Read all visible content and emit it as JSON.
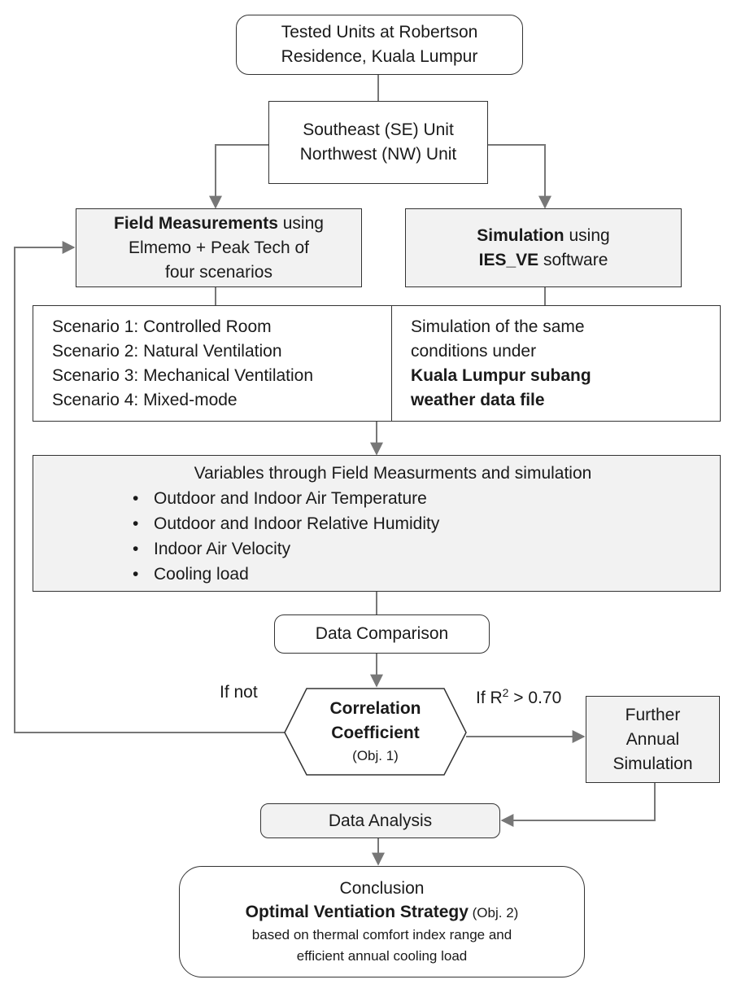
{
  "nodes": {
    "tested_units": {
      "lines": [
        "Tested Units at Robertson",
        "Residence, Kuala Lumpur"
      ]
    },
    "units": {
      "lines": [
        "Southeast (SE) Unit",
        "Northwest (NW) Unit"
      ]
    },
    "field": {
      "bold": "Field Measurements",
      "rest": " using",
      "lines": [
        "Elmemo + Peak Tech of",
        "four scenarios"
      ]
    },
    "simulation": {
      "bold": "Simulation",
      "rest": " using",
      "bold2": "IES_VE",
      "rest2": " software"
    },
    "scenarios": {
      "lines": [
        "Scenario 1: Controlled Room",
        "Scenario 2: Natural Ventilation",
        "Scenario 3: Mechanical Ventilation",
        "Scenario 4: Mixed-mode"
      ]
    },
    "sim_conditions": {
      "lines": [
        "Simulation of the same",
        "conditions under"
      ],
      "bold_lines": [
        "Kuala Lumpur subang",
        "weather data file"
      ]
    },
    "variables": {
      "title": "Variables through Field Measurments and simulation",
      "items": [
        "Outdoor and Indoor Air Temperature",
        "Outdoor and Indoor Relative Humidity",
        "Indoor Air Velocity",
        "Cooling load"
      ]
    },
    "data_comparison": {
      "label": "Data Comparison"
    },
    "correlation": {
      "bold_lines": [
        "Correlation",
        "Coefficient"
      ],
      "note": "(Obj. 1)"
    },
    "further": {
      "lines": [
        "Further",
        "Annual",
        "Simulation"
      ]
    },
    "data_analysis": {
      "label": "Data Analysis"
    },
    "conclusion": {
      "title": "Conclusion",
      "bold": "Optimal Ventiation Strategy",
      "obj": " (Obj. 2)",
      "lines": [
        "based on thermal comfort index range and",
        "efficient annual cooling load"
      ]
    }
  },
  "labels": {
    "if_not": "If not",
    "if_r2_prefix": "If R",
    "if_r2_sup": "2",
    "if_r2_suffix": " > 0.70"
  },
  "colors": {
    "line": "#777777",
    "border": "#333333",
    "fill": "#f2f2f2"
  }
}
